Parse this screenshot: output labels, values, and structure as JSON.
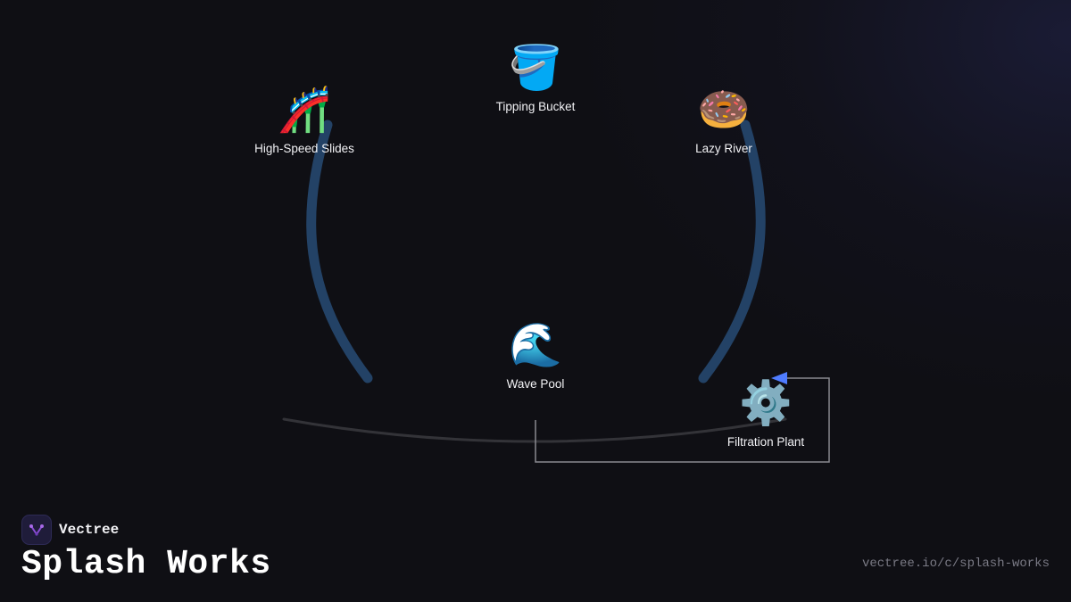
{
  "diagram": {
    "nodes": [
      {
        "id": "tipping-bucket",
        "label": "Tipping Bucket",
        "icon": "bucket-icon",
        "glyph": "🪣"
      },
      {
        "id": "lazy-river",
        "label": "Lazy River",
        "icon": "donut-icon",
        "glyph": "🍩"
      },
      {
        "id": "high-speed-slides",
        "label": "High-Speed Slides",
        "icon": "roller-coaster-icon",
        "glyph": "🎢"
      },
      {
        "id": "wave-pool",
        "label": "Wave Pool",
        "icon": "wave-icon",
        "glyph": "🌊"
      },
      {
        "id": "filtration-plant",
        "label": "Filtration Plant",
        "icon": "gear-icon",
        "glyph": "⚙️"
      }
    ],
    "colors": {
      "background": "#0f0f14",
      "cycle_arc": "#234266",
      "base_curve": "#333338",
      "connector": "#8a8a90",
      "arrowhead": "#4f7cff"
    }
  },
  "brand": {
    "name": "Vectree",
    "logo_icon": "vectree-logo-icon"
  },
  "footer": {
    "title": "Splash Works",
    "url": "vectree.io/c/splash-works"
  }
}
